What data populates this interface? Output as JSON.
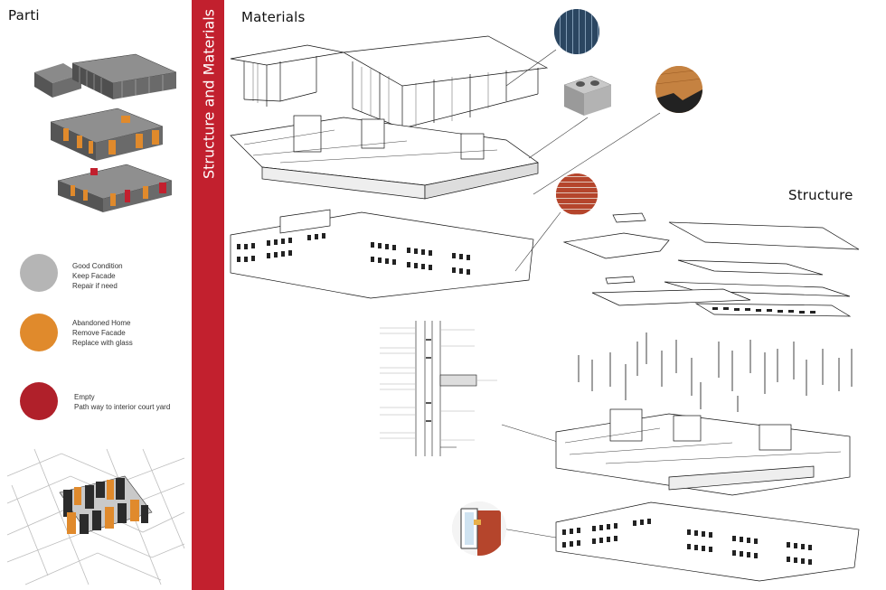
{
  "headings": {
    "parti": "Parti",
    "materials": "Materials",
    "structure": "Structure",
    "band": "Structure and Materials"
  },
  "colors": {
    "band": "#c2202e",
    "good": "#b5b5b5",
    "abandoned": "#e08a2c",
    "empty": "#b0202a",
    "glass": "#35506b",
    "brick": "#b5452c",
    "wood": "#c07a3c"
  },
  "legend": [
    {
      "name": "good",
      "lines": [
        "Good Condition",
        "Keep Facade",
        "Repair if need"
      ]
    },
    {
      "name": "abandoned",
      "lines": [
        "Abandoned Home",
        "Remove Facade",
        "Replace with glass"
      ]
    },
    {
      "name": "empty",
      "lines": [
        "Empty",
        "Path way to interior court yard"
      ]
    }
  ],
  "material_swatches": [
    "glass-swatch",
    "cinder-block-swatch",
    "wood-swatch",
    "brick-swatch",
    "window-detail-swatch"
  ]
}
